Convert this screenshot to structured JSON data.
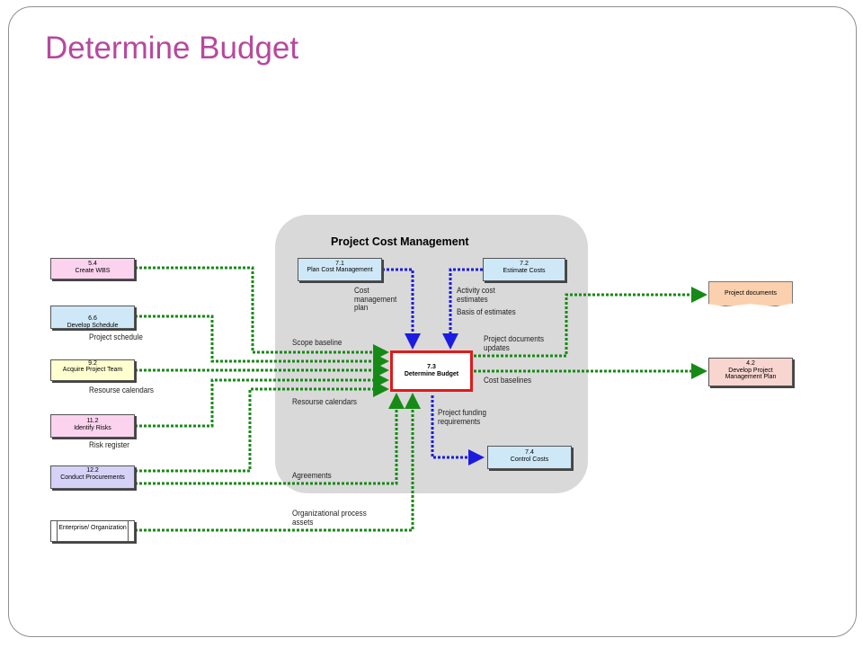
{
  "title": "Determine Budget",
  "panel_title": "Project Cost Management",
  "center": {
    "num": "7.3",
    "name": "Determine Budget"
  },
  "processes": {
    "create_wbs": {
      "num": "5.4",
      "name": "Create WBS"
    },
    "develop_schedule": {
      "num": "6.6",
      "name": "Develop Schedule"
    },
    "acquire_team": {
      "num": "9.2",
      "name": "Acquire Project Team"
    },
    "identify_risks": {
      "num": "11.2",
      "name": "Identify Risks"
    },
    "conduct_procurements": {
      "num": "12.2",
      "name": "Conduct Procurements"
    },
    "plan_cost": {
      "num": "7.1",
      "name": "Plan Cost Management"
    },
    "estimate_costs": {
      "num": "7.2",
      "name": "Estimate Costs"
    },
    "control_costs": {
      "num": "7.4",
      "name": "Control Costs"
    },
    "develop_pm_plan": {
      "num": "4.2",
      "name": "Develop Project Management Plan"
    }
  },
  "enterprise": "Enterprise/ Organization",
  "project_documents": "Project documents",
  "labels": {
    "project_schedule": "Project schedule",
    "resource_calendars_left": "Resourse calendars",
    "risk_register": "Risk register",
    "cost_mgmt_plan": "Cost\nmanagement\nplan",
    "activity_cost_estimates": "Activity cost\nestimates",
    "basis_of_estimates": "Basis of estimates",
    "scope_baseline": "Scope baseline",
    "resource_calendars_mid": "Resourse calendars",
    "agreements": "Agreements",
    "org_process_assets": "Organizational process\nassets",
    "project_documents_updates": "Project documents\nupdates",
    "cost_baselines": "Cost baselines",
    "project_funding_requirements": "Project funding\nrequirements"
  },
  "colors": {
    "title": "#b7489e",
    "input_arrow": "#168a16",
    "internal_arrow": "#1c1ce0",
    "center_border": "#e01a1a"
  }
}
